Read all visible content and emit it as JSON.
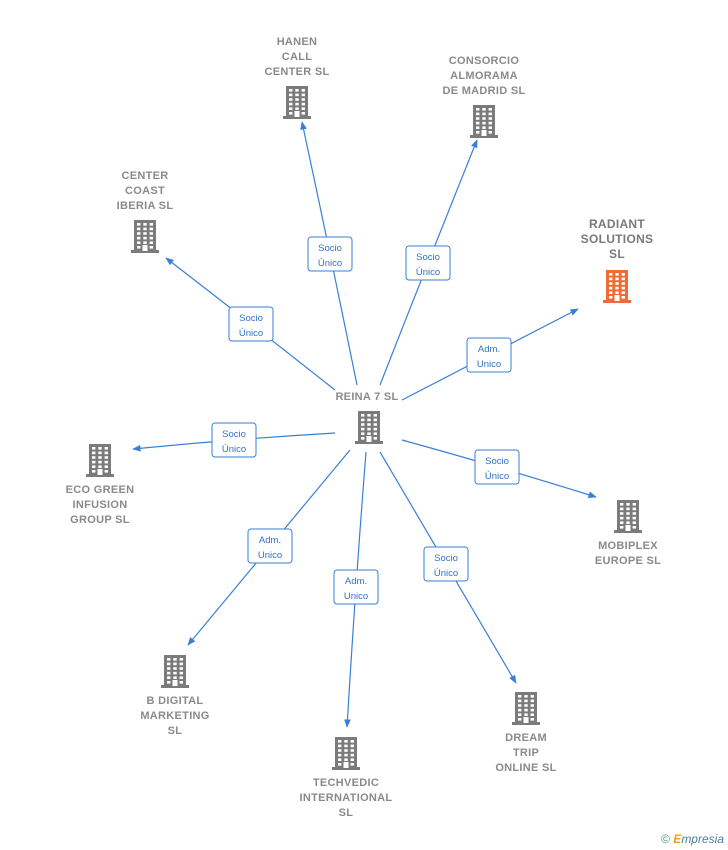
{
  "colors": {
    "edge": "#3a7fd5",
    "node": "#7b7b7b",
    "highlight": "#f26a36"
  },
  "center": {
    "lines": [
      "REINA 7  SL"
    ],
    "icon": "building-icon"
  },
  "nodes": [
    {
      "id": "hanen",
      "lines": [
        "HANEN",
        "CALL",
        "CENTER  SL"
      ],
      "icon": "building-icon",
      "highlight": false
    },
    {
      "id": "consorcio",
      "lines": [
        "CONSORCIO",
        "ALMORAMA",
        "DE MADRID  SL"
      ],
      "icon": "building-icon",
      "highlight": false
    },
    {
      "id": "center-coast",
      "lines": [
        "CENTER",
        "COAST",
        "IBERIA  SL"
      ],
      "icon": "building-icon",
      "highlight": false
    },
    {
      "id": "radiant",
      "lines": [
        "RADIANT",
        "SOLUTIONS",
        "SL"
      ],
      "icon": "building-icon",
      "highlight": true
    },
    {
      "id": "eco-green",
      "lines": [
        "ECO GREEN",
        "INFUSION",
        "GROUP  SL"
      ],
      "icon": "building-icon",
      "highlight": false
    },
    {
      "id": "mobiplex",
      "lines": [
        "MOBIPLEX",
        "EUROPE  SL"
      ],
      "icon": "building-icon",
      "highlight": false
    },
    {
      "id": "b-digital",
      "lines": [
        "B DIGITAL",
        "MARKETING",
        "SL"
      ],
      "icon": "building-icon",
      "highlight": false
    },
    {
      "id": "techvedic",
      "lines": [
        "TECHVEDIC",
        "INTERNATIONAL",
        "SL"
      ],
      "icon": "building-icon",
      "highlight": false
    },
    {
      "id": "dream-trip",
      "lines": [
        "DREAM",
        "TRIP",
        "ONLINE  SL"
      ],
      "icon": "building-icon",
      "highlight": false
    }
  ],
  "edges": [
    {
      "to": "hanen",
      "label": [
        "Socio",
        "Único"
      ]
    },
    {
      "to": "consorcio",
      "label": [
        "Socio",
        "Único"
      ]
    },
    {
      "to": "center-coast",
      "label": [
        "Socio",
        "Único"
      ]
    },
    {
      "to": "radiant",
      "label": [
        "Adm.",
        "Unico"
      ]
    },
    {
      "to": "eco-green",
      "label": [
        "Socio",
        "Único"
      ]
    },
    {
      "to": "mobiplex",
      "label": [
        "Socio",
        "Único"
      ]
    },
    {
      "to": "b-digital",
      "label": [
        "Adm.",
        "Unico"
      ]
    },
    {
      "to": "techvedic",
      "label": [
        "Adm.",
        "Unico"
      ]
    },
    {
      "to": "dream-trip",
      "label": [
        "Socio",
        "Único"
      ]
    }
  ],
  "footer": {
    "copyright_symbol": "©",
    "brand_initial": "E",
    "brand_rest": "mpresia"
  }
}
